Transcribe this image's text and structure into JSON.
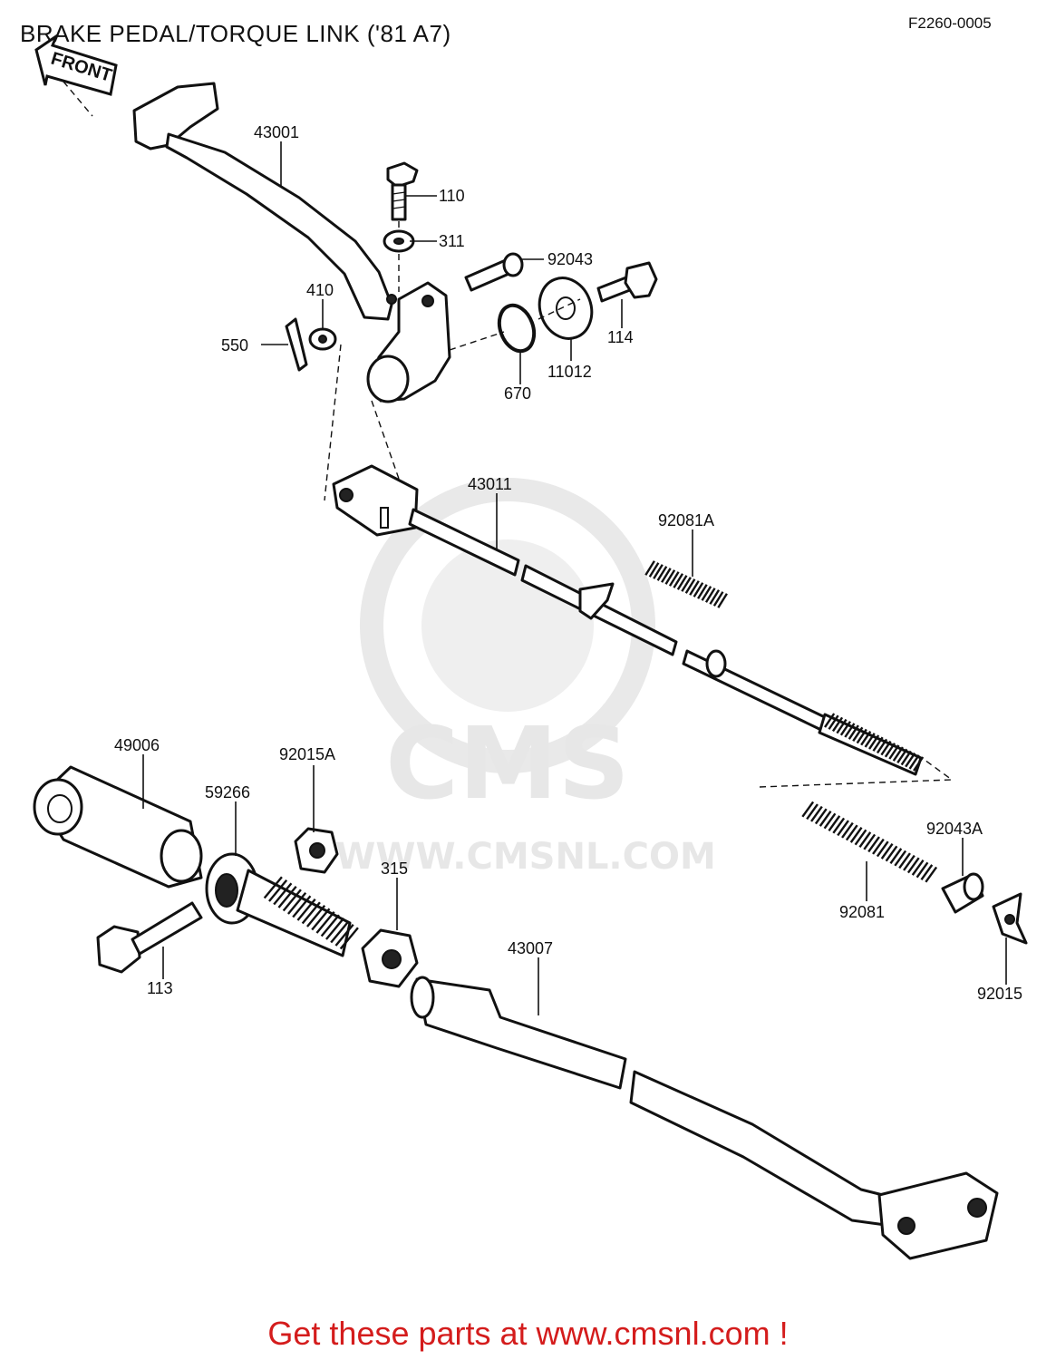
{
  "header": {
    "title": "BRAKE PEDAL/TORQUE LINK ('81 A7)",
    "diagram_code": "F2260-0005",
    "front_arrow_label": "FRONT"
  },
  "watermark": {
    "brand": "CMS",
    "url": "WWW.CMSNL.COM",
    "color": "#e7e7e7"
  },
  "parts": {
    "p43001": "43001",
    "p110": "110",
    "p311": "311",
    "p92043": "92043",
    "p410": "410",
    "p550": "550",
    "p114": "114",
    "p11012": "11012",
    "p670": "670",
    "p43011": "43011",
    "p92081A": "92081A",
    "p49006": "49006",
    "p92015A": "92015A",
    "p59266": "59266",
    "p315": "315",
    "p113": "113",
    "p43007": "43007",
    "p92081": "92081",
    "p92043A": "92043A",
    "p92015": "92015"
  },
  "footer": {
    "text": "Get these parts at www.cmsnl.com !",
    "color": "#d41c1c"
  }
}
